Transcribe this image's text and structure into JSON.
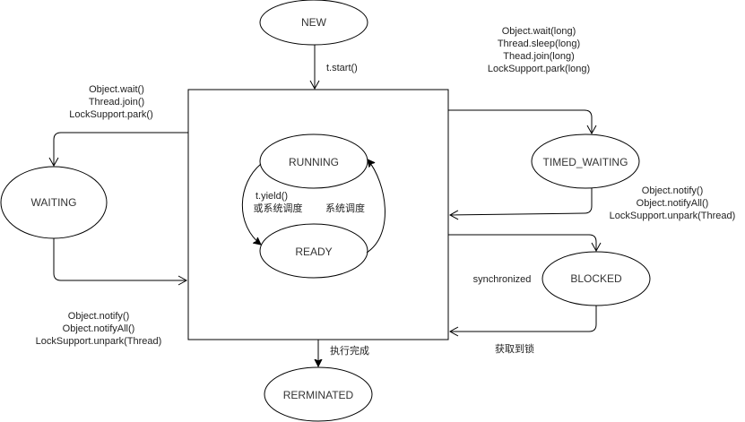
{
  "diagram": {
    "title": "Java Thread State Transitions",
    "states": {
      "new": "NEW",
      "running": "RUNNING",
      "ready": "READY",
      "waiting": "WAITING",
      "timed_waiting": "TIMED_WAITING",
      "blocked": "BLOCKED",
      "terminated": "RERMINATED"
    },
    "transitions": {
      "new_to_runnable": "t.start()",
      "running_to_ready_line1": "t.yield()",
      "running_to_ready_line2": "或系统调度",
      "ready_to_running": "系统调度",
      "to_waiting": [
        "Object.wait()",
        "Thread.join()",
        "LockSupport.park()"
      ],
      "from_waiting": [
        "Object.notify()",
        "Object.notifyAll()",
        "LockSupport.unpark(Thread)"
      ],
      "to_timed_waiting": [
        "Object.wait(long)",
        "Thread.sleep(long)",
        "Thead.join(long)",
        "LockSupport.park(long)"
      ],
      "from_timed_waiting": [
        "Object.notify()",
        "Object.notifyAll()",
        "LockSupport.unpark(Thread)"
      ],
      "to_blocked": "synchronized",
      "from_blocked": "获取到锁",
      "to_terminated": "执行完成"
    }
  }
}
